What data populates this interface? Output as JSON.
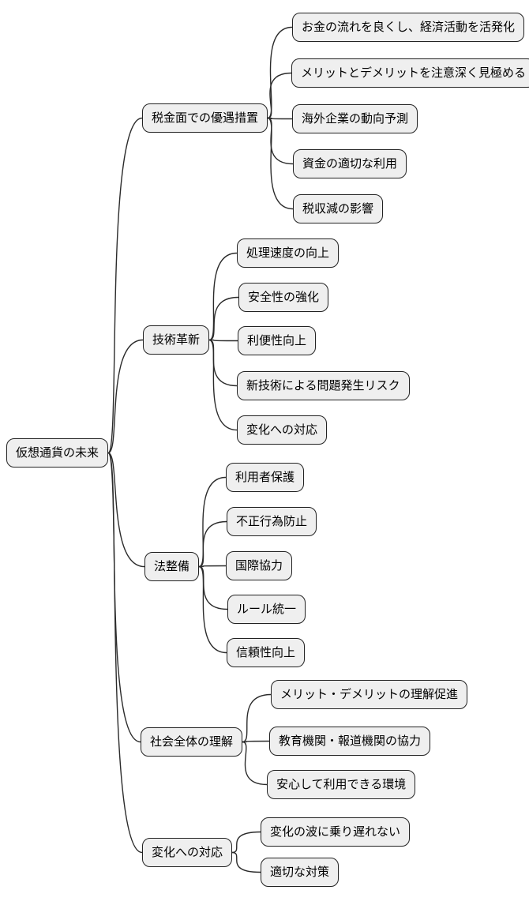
{
  "mindmap": {
    "type": "mindmap",
    "root": {
      "label": "仮想通貨の未来"
    },
    "branches": [
      {
        "label": "税金面での優遇措置",
        "children": [
          "お金の流れを良くし、経済活動を活発化",
          "メリットとデメリットを注意深く見極める",
          "海外企業の動向予測",
          "資金の適切な利用",
          "税収減の影響"
        ]
      },
      {
        "label": "技術革新",
        "children": [
          "処理速度の向上",
          "安全性の強化",
          "利便性向上",
          "新技術による問題発生リスク",
          "変化への対応"
        ]
      },
      {
        "label": "法整備",
        "children": [
          "利用者保護",
          "不正行為防止",
          "国際協力",
          "ルール統一",
          "信頼性向上"
        ]
      },
      {
        "label": "社会全体の理解",
        "children": [
          "メリット・デメリットの理解促進",
          "教育機関・報道機関の協力",
          "安心して利用できる環境"
        ]
      },
      {
        "label": "変化への対応",
        "children": [
          "変化の波に乗り遅れない",
          "適切な対策"
        ]
      }
    ],
    "colors": {
      "background": "#ffffff",
      "node_fill": "#efefef",
      "node_border": "#222222",
      "edge": "#2b2b2b",
      "text": "#000000"
    }
  }
}
